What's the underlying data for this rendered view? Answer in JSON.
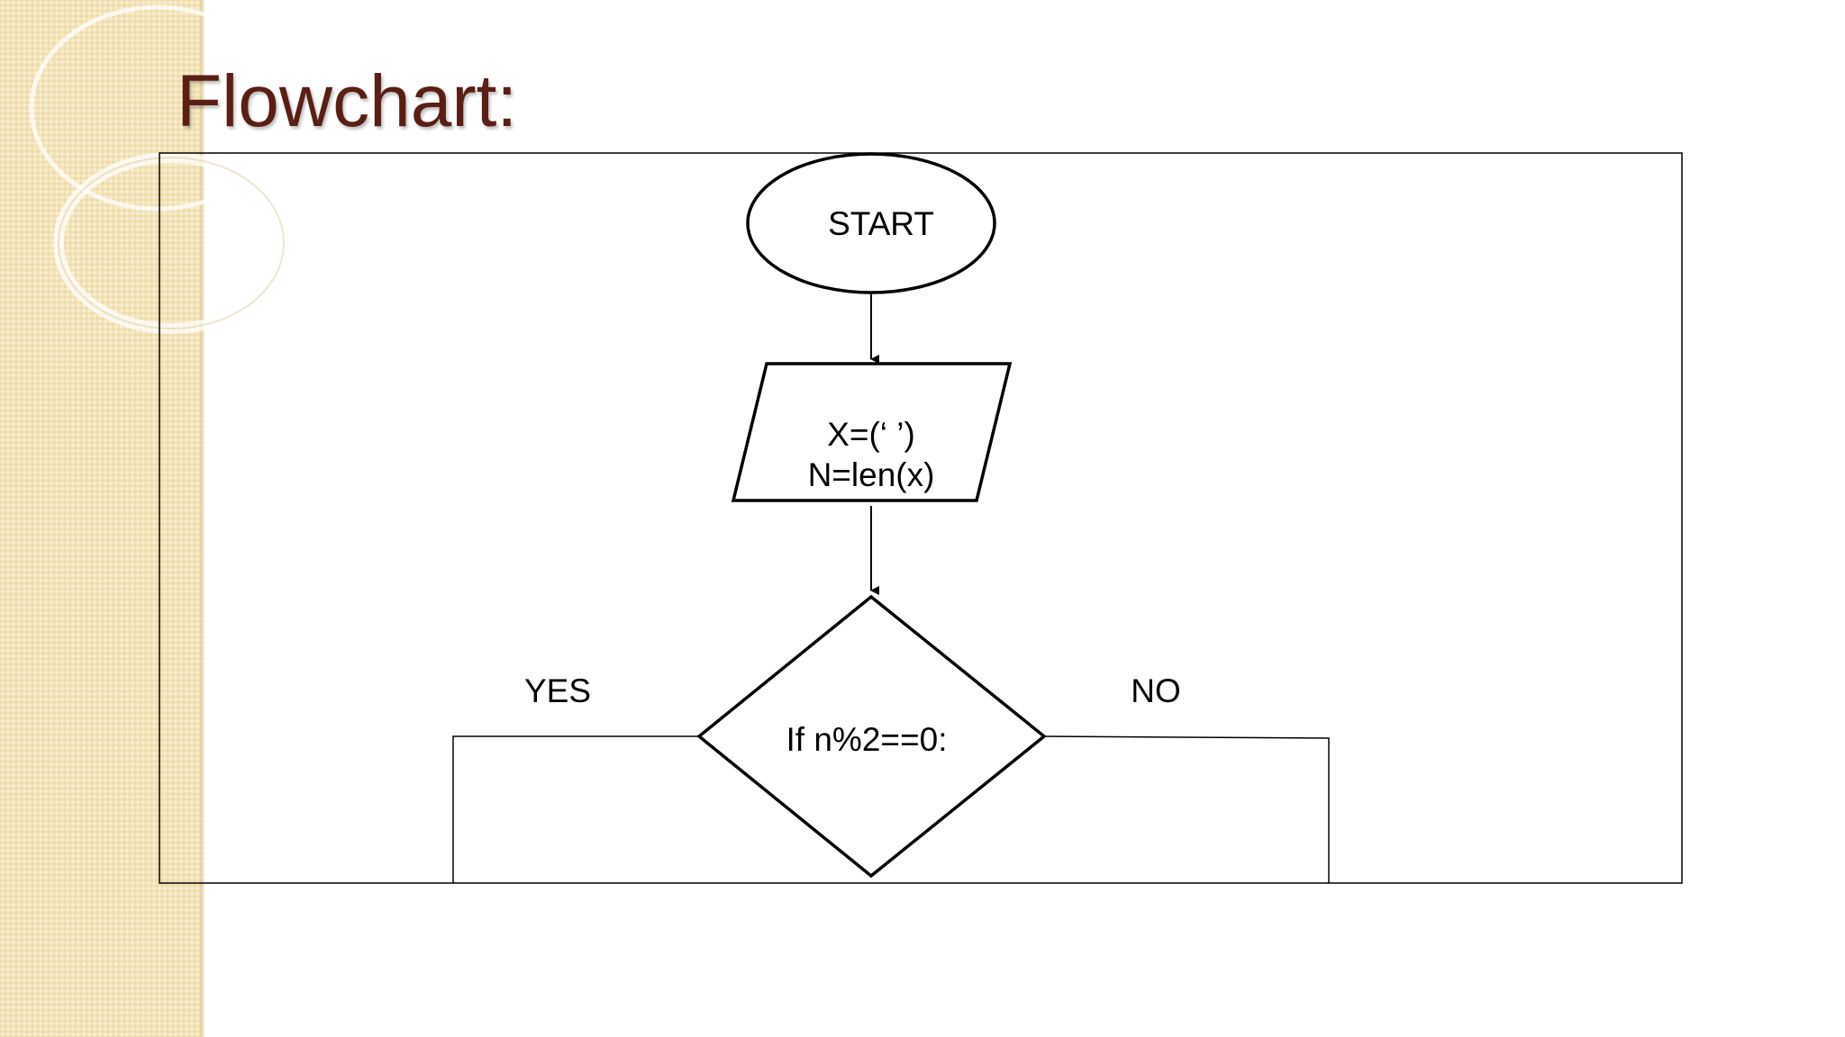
{
  "slide": {
    "title": "Flowchart:"
  },
  "flowchart": {
    "start_label": "START",
    "input_line1": "X=(‘ ’)",
    "input_line2": "N=len(x)",
    "decision_label": "If n%2==0:",
    "yes_label": "YES",
    "no_label": "NO"
  },
  "colors": {
    "title": "#5a1f14",
    "side_band": "#f3e3b7",
    "lines": "#000000"
  }
}
